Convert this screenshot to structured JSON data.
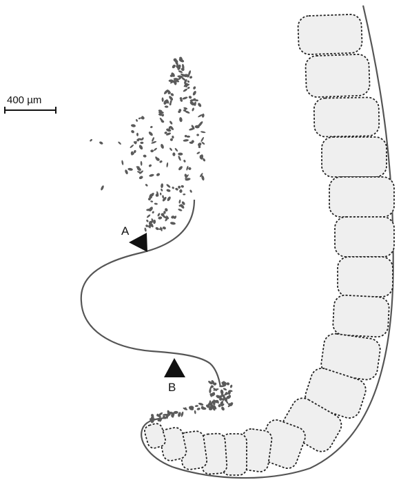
{
  "scale_bar": {
    "label": "400 µm"
  },
  "markers": [
    {
      "id": "A",
      "label": "A"
    },
    {
      "id": "B",
      "label": "B"
    }
  ]
}
